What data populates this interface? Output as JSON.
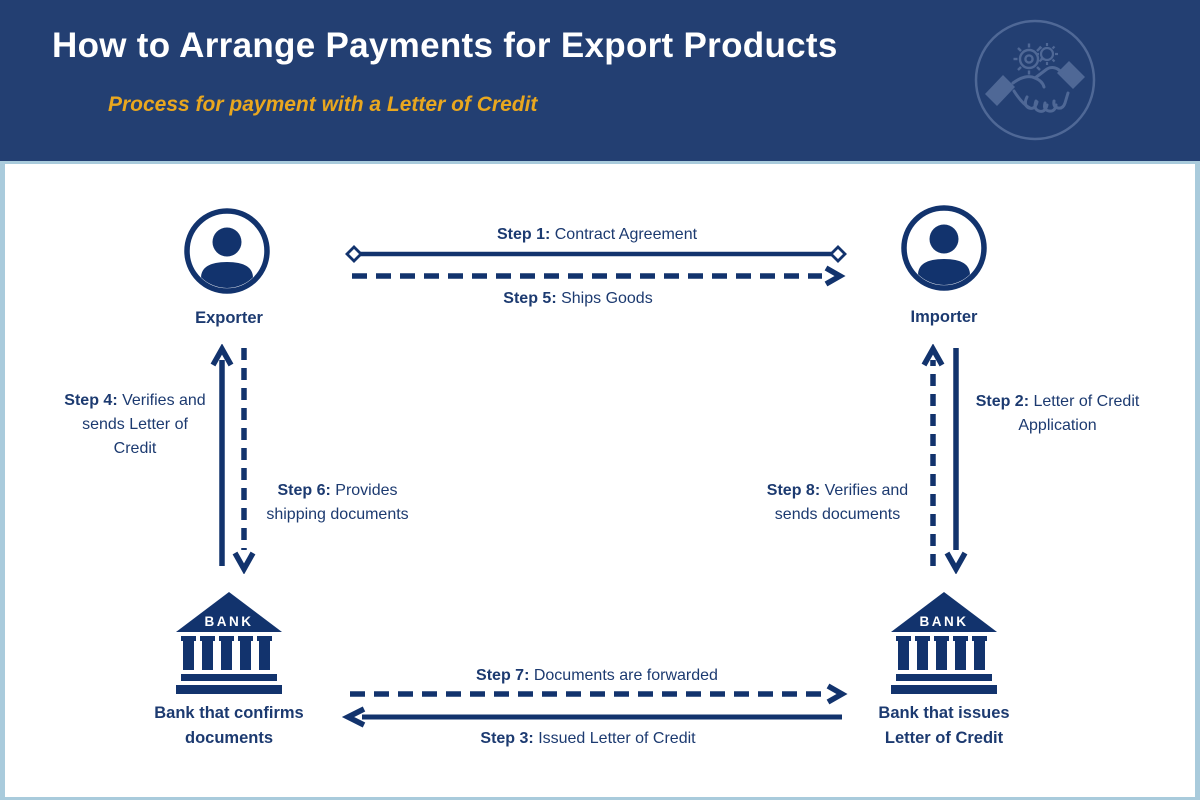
{
  "page": {
    "title": "How to Arrange Payments for Export Products",
    "subtitle": "Process for payment with a Letter of Credit"
  },
  "actors": {
    "exporter": {
      "label": "Exporter"
    },
    "importer": {
      "label": "Importer"
    },
    "confirming_bank": {
      "label_line1": "Bank that confirms",
      "label_line2": "documents",
      "sign": "BANK"
    },
    "issuing_bank": {
      "label_line1": "Bank that issues",
      "label_line2": "Letter of Credit",
      "sign": "BANK"
    }
  },
  "steps": {
    "step1": {
      "prefix": "Step 1:",
      "text": "Contract Agreement",
      "arrow_style": "solid, diamond both ends",
      "between": "Exporter - Importer"
    },
    "step2": {
      "prefix": "Step 2:",
      "line1": "Letter of Credit",
      "line2": "Application",
      "arrow_style": "solid, down",
      "between": "Importer - issuing bank"
    },
    "step3": {
      "prefix": "Step 3:",
      "text": "Issued Letter of Credit",
      "arrow_style": "solid, left",
      "between": "issuing bank - confirming bank"
    },
    "step4": {
      "prefix": "Step 4:",
      "line1": "Verifies and",
      "line2": "sends Letter of",
      "line3": "Credit",
      "arrow_style": "solid, up",
      "between": "confirming bank - Exporter"
    },
    "step5": {
      "prefix": "Step 5:",
      "text": "Ships Goods",
      "arrow_style": "dashed, right",
      "between": "Exporter - Importer"
    },
    "step6": {
      "prefix": "Step 6:",
      "line1": "Provides",
      "line2": "shipping documents",
      "arrow_style": "dashed, down",
      "between": "Exporter - confirming bank"
    },
    "step7": {
      "prefix": "Step 7:",
      "text": "Documents are forwarded",
      "arrow_style": "dashed, right",
      "between": "confirming bank - issuing bank"
    },
    "step8": {
      "prefix": "Step 8:",
      "line1": "Verifies and",
      "line2": "sends documents",
      "arrow_style": "dashed, up",
      "between": "issuing bank - Importer"
    }
  },
  "icons": {
    "header_badge": "handshake-with-gears-icon",
    "exporter": "person-icon",
    "importer": "person-icon",
    "confirming_bank": "bank-building-icon",
    "issuing_bank": "bank-building-icon"
  },
  "colors": {
    "header_bg": "#233F72",
    "deep_navy": "#12336D",
    "text_navy": "#1C3A70",
    "gold": "#E9A71F",
    "border_light_blue": "#A9CBDC",
    "muted_icon_blue": "#4F6896",
    "white": "#FFFFFF"
  }
}
